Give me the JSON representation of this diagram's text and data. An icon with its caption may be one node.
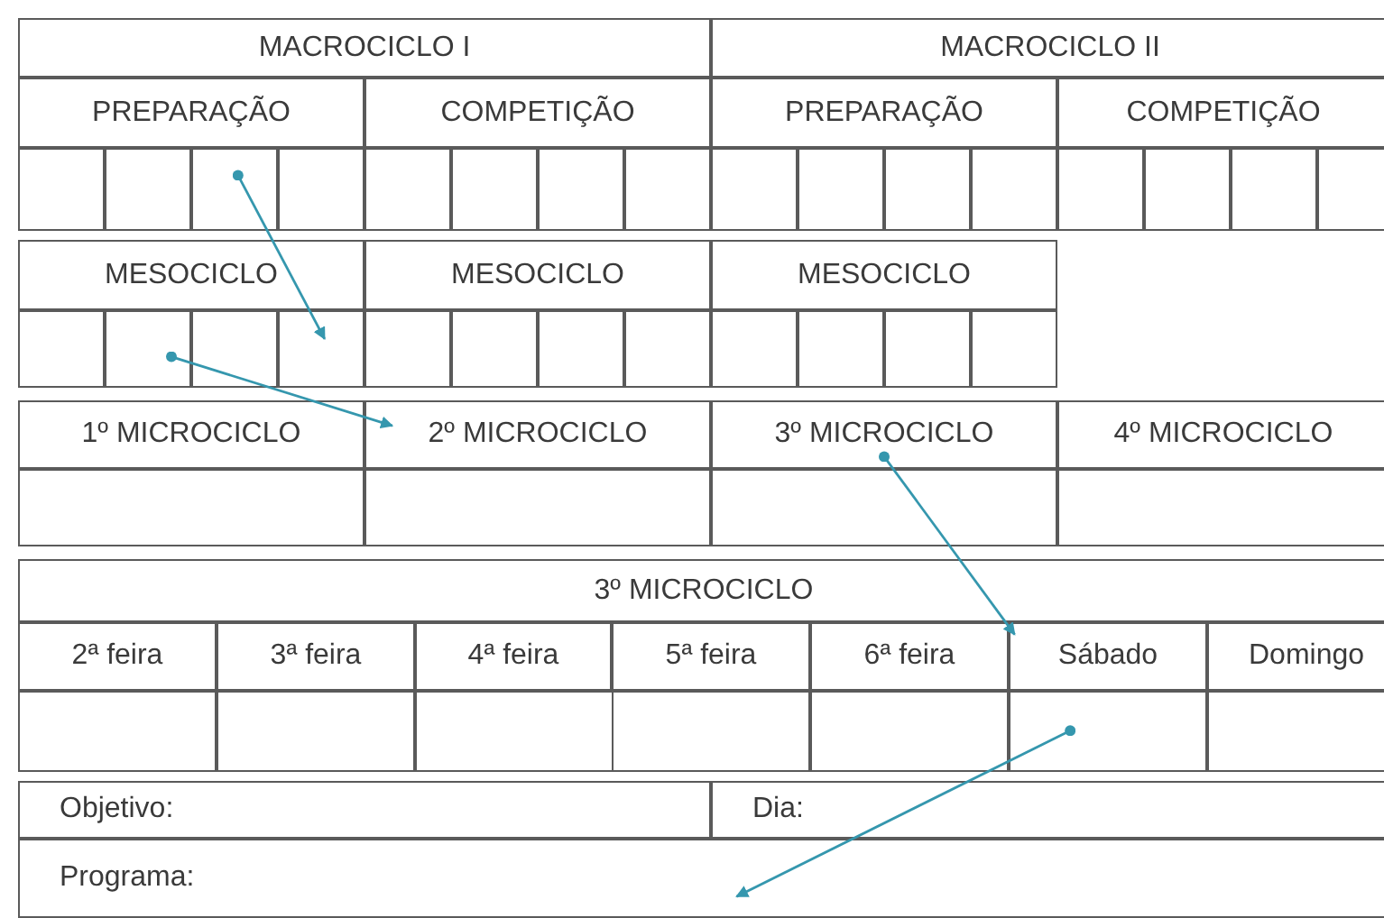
{
  "diagram": {
    "nodes": [
      {
        "text": [
          "MACROCICLO I"
        ]
      },
      {
        "text": [
          "MACROCICLO II"
        ]
      },
      {
        "text": [
          "PREPARAÇÃO"
        ]
      },
      {
        "text": [
          "COMPETIÇÃO"
        ]
      },
      {
        "text": [
          "PREPARAÇÃO"
        ]
      },
      {
        "text": [
          "COMPETIÇÃO"
        ]
      },
      {
        "text": [],
        "shape": "box"
      },
      {
        "text": [
          "MESOCICLO"
        ]
      },
      {
        "text": [
          "MESOCICLO"
        ]
      },
      {
        "text": [
          "MESOCICLO"
        ]
      },
      {
        "text": [],
        "shape": "box"
      },
      {
        "text": [],
        "shape": "box"
      },
      {
        "text": [
          "1º MICROCICLO"
        ]
      },
      {
        "text": [
          "2º MICROCICLO"
        ]
      },
      {
        "text": [
          "3º MICROCICLO"
        ]
      },
      {
        "text": [
          "4º MICROCICLO"
        ]
      },
      {
        "text": [
          "3º MICROCICLO"
        ]
      },
      {
        "text": [
          "2ª feira"
        ]
      },
      {
        "text": [
          "3ª feira"
        ]
      },
      {
        "text": [
          "4ª feira"
        ]
      },
      {
        "text": [
          "5ª feira"
        ]
      },
      {
        "text": [
          "6ª feira"
        ]
      },
      {
        "text": [
          "Sábado"
        ]
      },
      {
        "text": [
          "Domingo"
        ]
      },
      {
        "text": [],
        "shape": "box"
      },
      {
        "text": [
          "Objetivo:"
        ]
      },
      {
        "text": [
          "Dia:"
        ]
      },
      {
        "text": [
          "Programa:"
        ]
      }
    ],
    "edges": [
      {
        "from": 6,
        "to": 11,
        "arrow": "to"
      },
      {
        "from": 10,
        "to": 13,
        "arrow": "to"
      },
      {
        "from": 14,
        "to": 22,
        "arrow": "to"
      },
      {
        "from": 24,
        "to": 27,
        "arrow": "to"
      }
    ]
  }
}
